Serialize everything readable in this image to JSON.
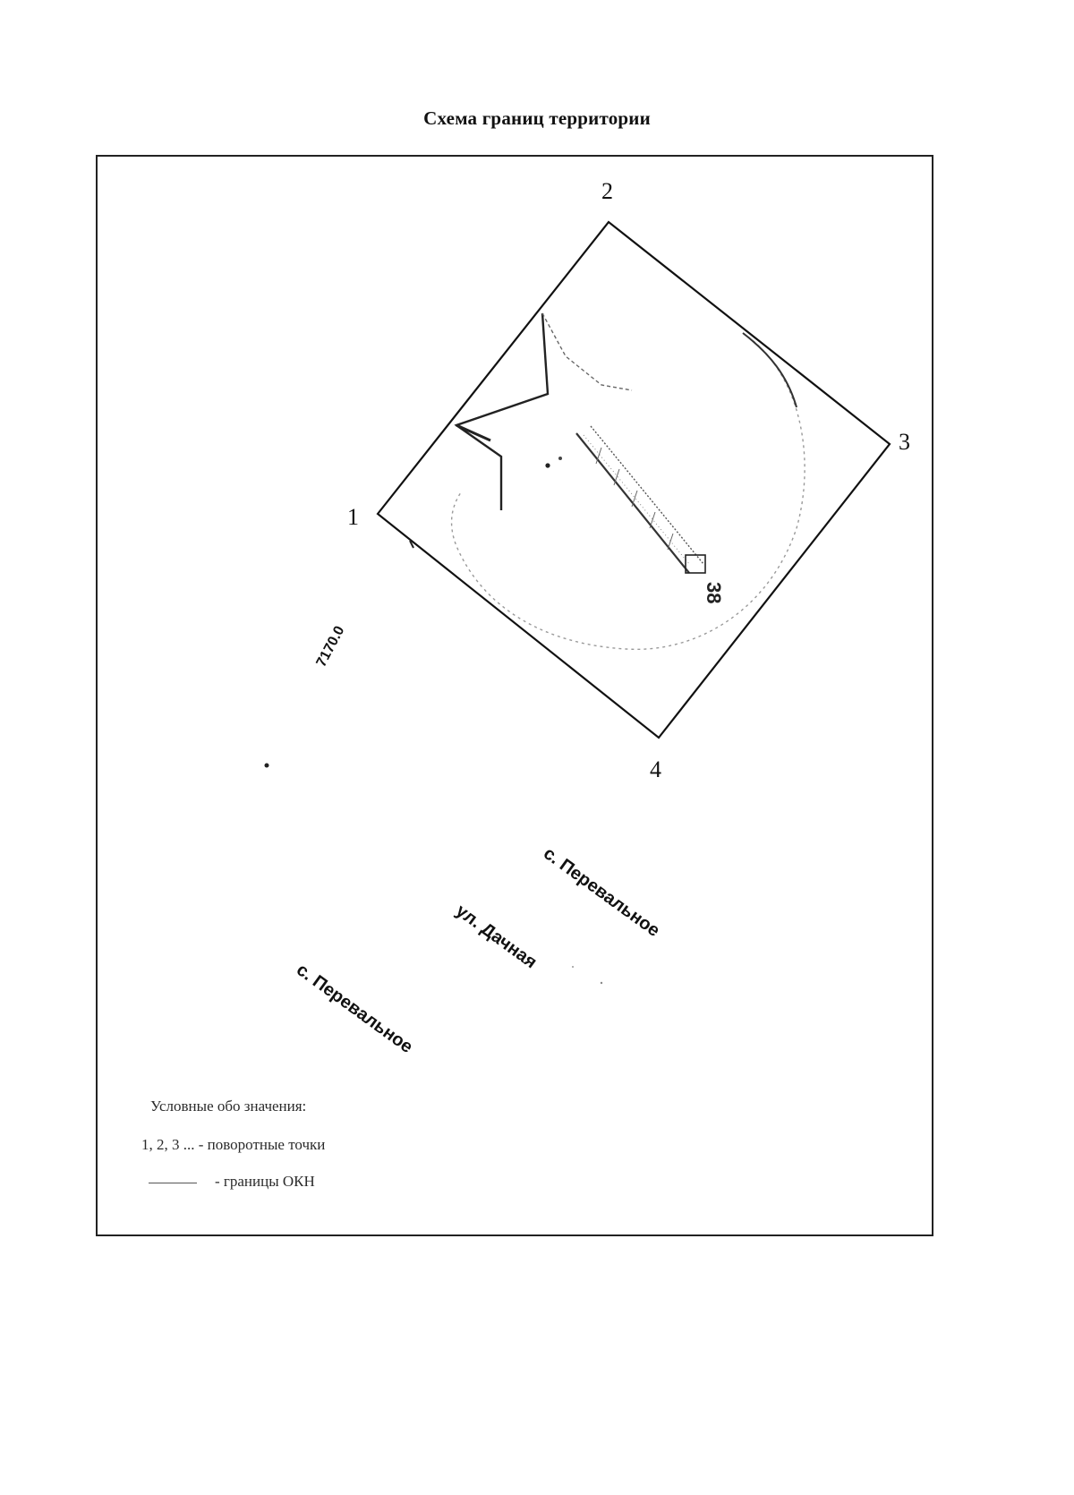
{
  "document": {
    "title": "Схема границ территории"
  },
  "map": {
    "turning_points": [
      {
        "label": "1"
      },
      {
        "label": "2"
      },
      {
        "label": "3"
      },
      {
        "label": "4"
      }
    ],
    "area_label": "7170.0",
    "place_labels": {
      "village_upper": "с. Перевальное",
      "street": "ул. Дачная",
      "village_lower": "с. Перевальное"
    },
    "monument_mark": "38"
  },
  "legend": {
    "title": "Условные обо значения:",
    "points_text": "1, 2, 3 ... - поворотные точки",
    "boundary_text": "- границы ОКН"
  }
}
